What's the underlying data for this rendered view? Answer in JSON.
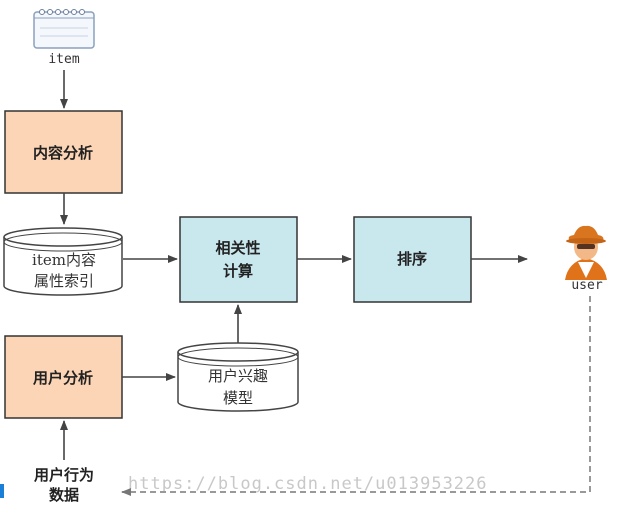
{
  "nodes": {
    "item": {
      "label": "item",
      "icon": "notepad-icon"
    },
    "content_analysis": {
      "label": "内容分析",
      "fill": "#fbd5b5",
      "stroke": "#333333"
    },
    "item_index": {
      "line1": "item内容",
      "line2": "属性索引"
    },
    "relevance": {
      "line1": "相关性",
      "line2": "计算",
      "fill": "#c9e8ee",
      "stroke": "#333333"
    },
    "ranking": {
      "label": "排序",
      "fill": "#c9e8ee",
      "stroke": "#333333"
    },
    "user": {
      "label": "user",
      "icon": "user-avatar-icon"
    },
    "user_analysis": {
      "label": "用户分析",
      "fill": "#fbd5b5",
      "stroke": "#333333"
    },
    "interest_model": {
      "line1": "用户兴趣",
      "line2": "模型"
    },
    "behavior_data": {
      "line1": "用户行为",
      "line2": "数据"
    }
  },
  "watermark": "https://blog.csdn.net/u013953226",
  "colors": {
    "arrow": "#444444",
    "dashed": "#999999",
    "accent_bar": "#1a7fd6"
  }
}
